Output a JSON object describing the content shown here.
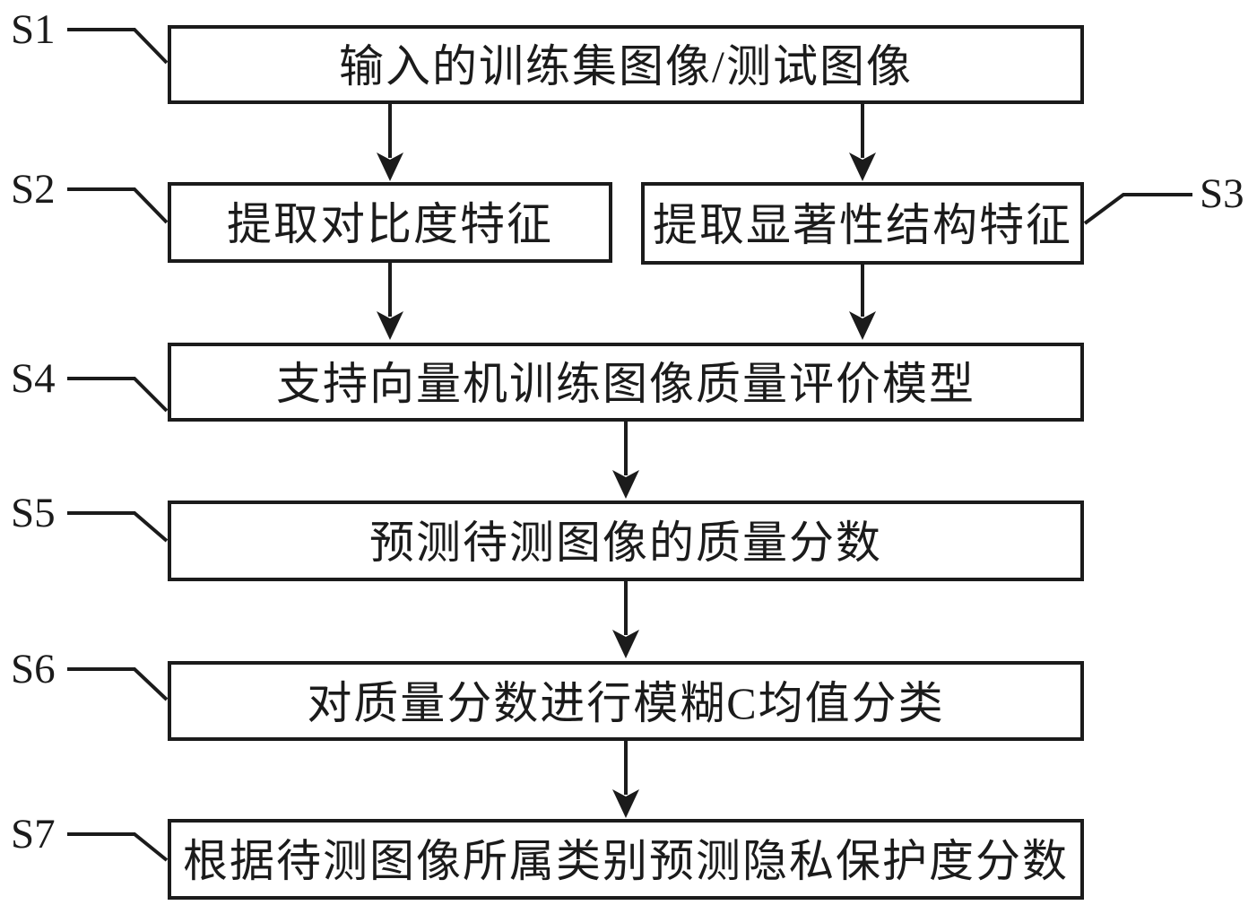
{
  "figure": {
    "type": "flowchart",
    "background": "#ffffff",
    "line_color": "#1b1b1b",
    "flow": [
      "S1->S2",
      "S1->S3",
      "S2->S4",
      "S3->S4",
      "S4->S5",
      "S5->S6",
      "S6->S7"
    ]
  },
  "steps": [
    {
      "id": "S1",
      "text": "输入的训练集图像/测试图像"
    },
    {
      "id": "S2",
      "text": "提取对比度特征"
    },
    {
      "id": "S3",
      "text": "提取显著性结构特征"
    },
    {
      "id": "S4",
      "text": "支持向量机训练图像质量评价模型"
    },
    {
      "id": "S5",
      "text": "预测待测图像的质量分数"
    },
    {
      "id": "S6",
      "text": "对质量分数进行模糊C均值分类"
    },
    {
      "id": "S7",
      "text": "根据待测图像所属类别预测隐私保护度分数"
    }
  ]
}
